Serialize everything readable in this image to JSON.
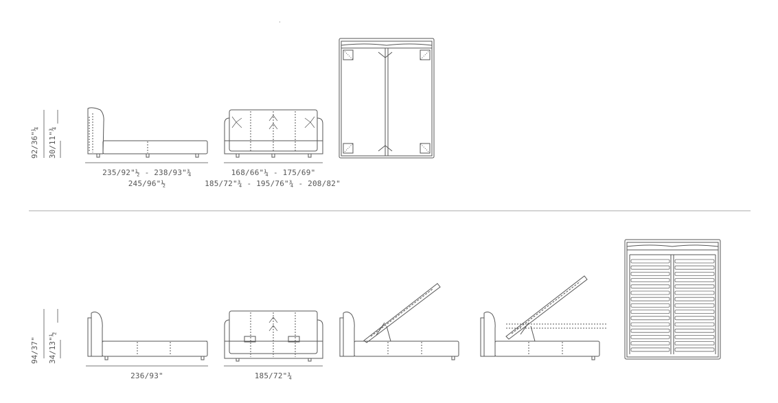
{
  "row1": {
    "height_total": "92/36\"¼",
    "height_base": "30/11\"¾",
    "length_line1": "235/92\"½ - 238/93\"¾",
    "length_line2": "245/96\"½",
    "width_line1": "168/66\"¼ - 175/69\"",
    "width_line2": "185/72\"¾ - 195/76\"¾ - 208/82\""
  },
  "row2": {
    "height_total": "94/37\"",
    "height_base": "34/13\"½",
    "length": "236/93\"",
    "width": "185/72\"¾"
  },
  "colors": {
    "line": "#555555",
    "light": "#999999",
    "divider": "#bbbbbb"
  }
}
